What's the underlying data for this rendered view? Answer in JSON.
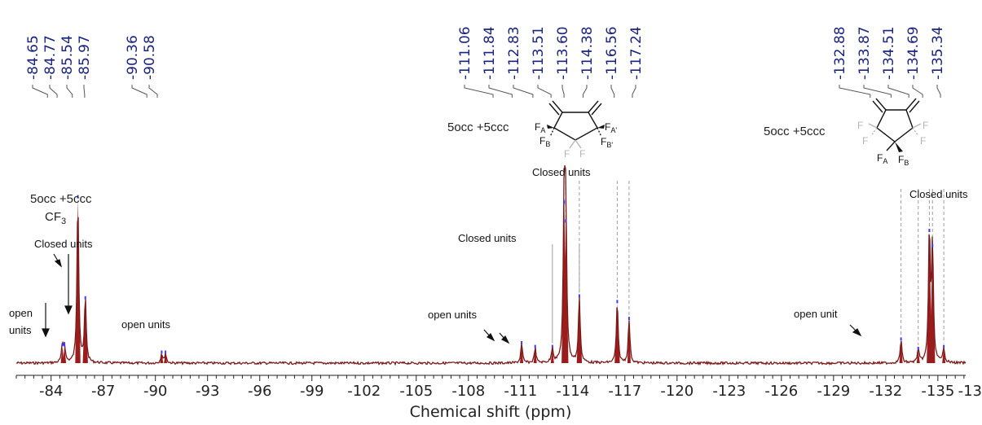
{
  "chart_data": {
    "type": "line",
    "xlabel": "Chemical shift (ppm)",
    "xlim": [
      -82.0,
      -136.6
    ],
    "x_ticks": [
      -84,
      -87,
      -90,
      -93,
      -96,
      -99,
      -102,
      -105,
      -108,
      -111,
      -114,
      -117,
      -120,
      -123,
      -126,
      -129,
      -132,
      -135
    ],
    "x_tick_labels": [
      "-84",
      "-87",
      "-90",
      "-93",
      "-96",
      "-99",
      "-102",
      "-105",
      "-108",
      "-111",
      "-114",
      "-117",
      "-120",
      "-123",
      "-126",
      "-129",
      "-132",
      "-135",
      "-13"
    ],
    "peak_labels": {
      "group1": [
        "-84.65",
        "-84.77",
        "-85.54",
        "-85.97"
      ],
      "group2": [
        "-90.36",
        "-90.58"
      ],
      "group3": [
        "-111.06",
        "-111.84",
        "-112.83",
        "-113.51",
        "-113.60",
        "-114.38",
        "-116.56",
        "-117.24"
      ],
      "group4": [
        "-132.88",
        "-133.87",
        "-134.51",
        "-134.69",
        "-135.34"
      ]
    },
    "peaks": [
      {
        "x": -84.65,
        "h": 0.09
      },
      {
        "x": -84.77,
        "h": 0.09
      },
      {
        "x": -85.54,
        "h": 0.88
      },
      {
        "x": -85.97,
        "h": 0.34
      },
      {
        "x": -90.36,
        "h": 0.05
      },
      {
        "x": -90.58,
        "h": 0.05
      },
      {
        "x": -111.06,
        "h": 0.1
      },
      {
        "x": -111.84,
        "h": 0.08
      },
      {
        "x": -112.83,
        "h": 0.08
      },
      {
        "x": -113.51,
        "h": 0.85
      },
      {
        "x": -113.6,
        "h": 0.75
      },
      {
        "x": -114.38,
        "h": 0.35
      },
      {
        "x": -116.56,
        "h": 0.32
      },
      {
        "x": -117.24,
        "h": 0.23
      },
      {
        "x": -132.88,
        "h": 0.12
      },
      {
        "x": -133.87,
        "h": 0.07
      },
      {
        "x": -134.51,
        "h": 0.7
      },
      {
        "x": -134.69,
        "h": 0.62
      },
      {
        "x": -135.34,
        "h": 0.08
      }
    ]
  },
  "annotations": {
    "g1_title_a": "5occ +5ccc",
    "g1_title_b": "CF",
    "g1_title_sub": "3",
    "g1_closed": "Closed units",
    "g1_open_a": "open",
    "g1_open_b": "units",
    "g2_open": "open units",
    "g3_open": "open units",
    "g3_closed_low": "Closed units",
    "g3_closed_high": "Closed units",
    "g3_struct": "5occ +5ccc",
    "g4_open": "open unit",
    "g4_closed": "Closed units",
    "g4_struct": "5occ +5ccc"
  },
  "structure_labels": {
    "s1_fa": "F",
    "s1_fa_sub": "A",
    "s1_fb": "F",
    "s1_fb_sub": "B",
    "s1_fap": "F",
    "s1_fap_sub": "A'",
    "s1_fbp": "F",
    "s1_fbp_sub": "B'",
    "s1_f1": "F",
    "s1_f2": "F",
    "s2_fa": "F",
    "s2_fa_sub": "A",
    "s2_fb": "F",
    "s2_fb_sub": "B",
    "s2_f1": "F",
    "s2_f2": "F",
    "s2_f3": "F",
    "s2_f4": "F"
  },
  "colors": {
    "spectrum": "#7b1a1a",
    "peak_fill": "#9a1c1c",
    "peak_label": "#1a237e",
    "peak_marker": "#3a3aff",
    "dashed": "#9e9e9e",
    "light_f": "#b5b5b5"
  }
}
